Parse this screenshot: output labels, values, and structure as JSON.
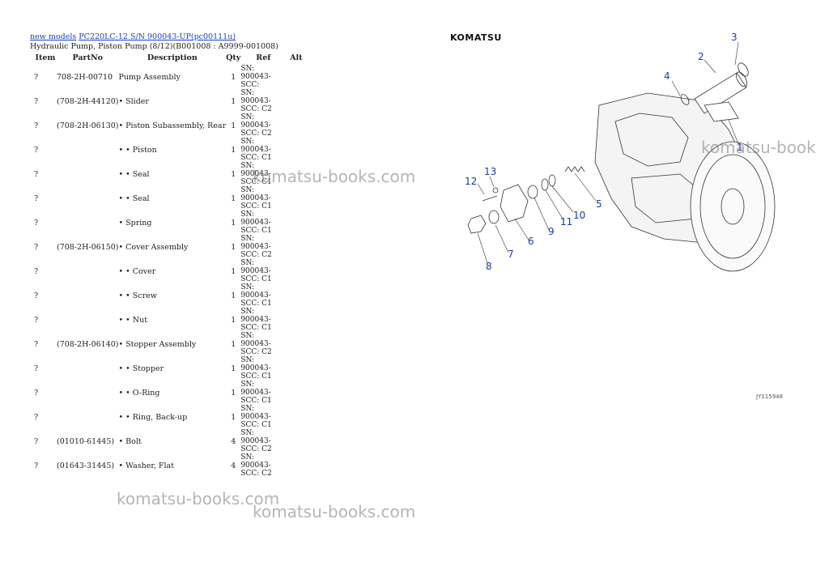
{
  "breadcrumb": {
    "link1": "new models",
    "link2": "PC220LC-12 S/N 900043-UP(pc00111u)",
    "subtitle": "Hydraulic Pump, Piston Pump (8/12)(B001008 : A9999-001008)"
  },
  "table": {
    "headers": {
      "item": "Item",
      "part": "PartNo",
      "desc": "Description",
      "qty": "Qty",
      "ref": "Ref",
      "alt": "Alt"
    },
    "rows": [
      {
        "item": "?",
        "part": "708-2H-00710",
        "desc": "Pump Assembly",
        "qty": "1",
        "ref": "SN: 900043- SCC:"
      },
      {
        "item": "?",
        "part": "(708-2H-44120)",
        "desc": "• Slider",
        "qty": "1",
        "ref": "SN: 900043- SCC: C2"
      },
      {
        "item": "?",
        "part": "(708-2H-06130)",
        "desc": "• Piston Subassembly, Rear",
        "qty": "1",
        "ref": "SN: 900043- SCC: C2"
      },
      {
        "item": "?",
        "part": "",
        "desc": "• • Piston",
        "qty": "1",
        "ref": "SN: 900043- SCC: C1"
      },
      {
        "item": "?",
        "part": "",
        "desc": "• • Seal",
        "qty": "1",
        "ref": "SN: 900043- SCC: C1"
      },
      {
        "item": "?",
        "part": "",
        "desc": "• • Seal",
        "qty": "1",
        "ref": "SN: 900043- SCC: C1"
      },
      {
        "item": "?",
        "part": "",
        "desc": "• Spring",
        "qty": "1",
        "ref": "SN: 900043- SCC: C1"
      },
      {
        "item": "?",
        "part": "(708-2H-06150)",
        "desc": "• Cover Assembly",
        "qty": "1",
        "ref": "SN: 900043- SCC: C2"
      },
      {
        "item": "?",
        "part": "",
        "desc": "• • Cover",
        "qty": "1",
        "ref": "SN: 900043- SCC: C1"
      },
      {
        "item": "?",
        "part": "",
        "desc": "• • Screw",
        "qty": "1",
        "ref": "SN: 900043- SCC: C1"
      },
      {
        "item": "?",
        "part": "",
        "desc": "• • Nut",
        "qty": "1",
        "ref": "SN: 900043- SCC: C1"
      },
      {
        "item": "?",
        "part": "(708-2H-06140)",
        "desc": "• Stopper Assembly",
        "qty": "1",
        "ref": "SN: 900043- SCC: C2"
      },
      {
        "item": "?",
        "part": "",
        "desc": "• • Stopper",
        "qty": "1",
        "ref": "SN: 900043- SCC: C1"
      },
      {
        "item": "?",
        "part": "",
        "desc": "• • O-Ring",
        "qty": "1",
        "ref": "SN: 900043- SCC: C1"
      },
      {
        "item": "?",
        "part": "",
        "desc": "• • Ring, Back-up",
        "qty": "1",
        "ref": "SN: 900043- SCC: C1"
      },
      {
        "item": "?",
        "part": "(01010-61445)",
        "desc": "• Bolt",
        "qty": "4",
        "ref": "SN: 900043- SCC: C2"
      },
      {
        "item": "?",
        "part": "(01643-31445)",
        "desc": "• Washer, Flat",
        "qty": "4",
        "ref": "SN: 900043- SCC: C2"
      }
    ]
  },
  "logo_text": "KOMATSU",
  "figure_number": "JY115948",
  "callouts": [
    "1",
    "2",
    "3",
    "4",
    "5",
    "6",
    "7",
    "8",
    "9",
    "10",
    "11",
    "12",
    "13"
  ],
  "watermarks": [
    "komatsu-books.com",
    "komatsu-book",
    "komatsu-books.com",
    "komatsu-books.com"
  ],
  "colors": {
    "link": "#1a3fc4",
    "callout": "#1a3aa8",
    "watermark": "#787878"
  }
}
